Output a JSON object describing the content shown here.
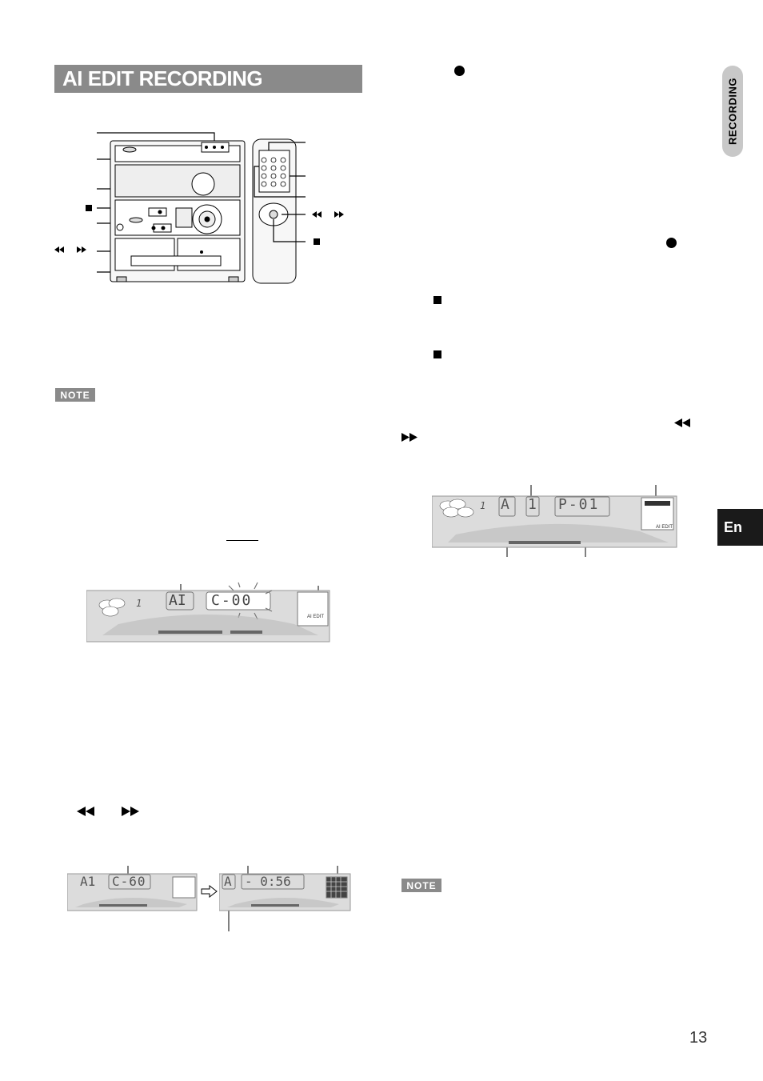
{
  "header": {
    "title": "AI EDIT RECORDING"
  },
  "sidebar": {
    "section_label": "RECORDING",
    "language_tab": "En"
  },
  "notes": {
    "left_label": "NOTE",
    "right_label": "NOTE"
  },
  "displays": {
    "display1": {
      "left": "AI",
      "right": "C-00",
      "small_label": "AI EDIT"
    },
    "display2": {
      "left": "A1",
      "right": "C-60"
    },
    "display3": {
      "left": "A",
      "right": "- 0:56"
    },
    "display4": {
      "left": "A",
      "mid": "1",
      "right": "P-01",
      "small_label": "AI EDIT"
    }
  },
  "page": {
    "number": "13"
  }
}
